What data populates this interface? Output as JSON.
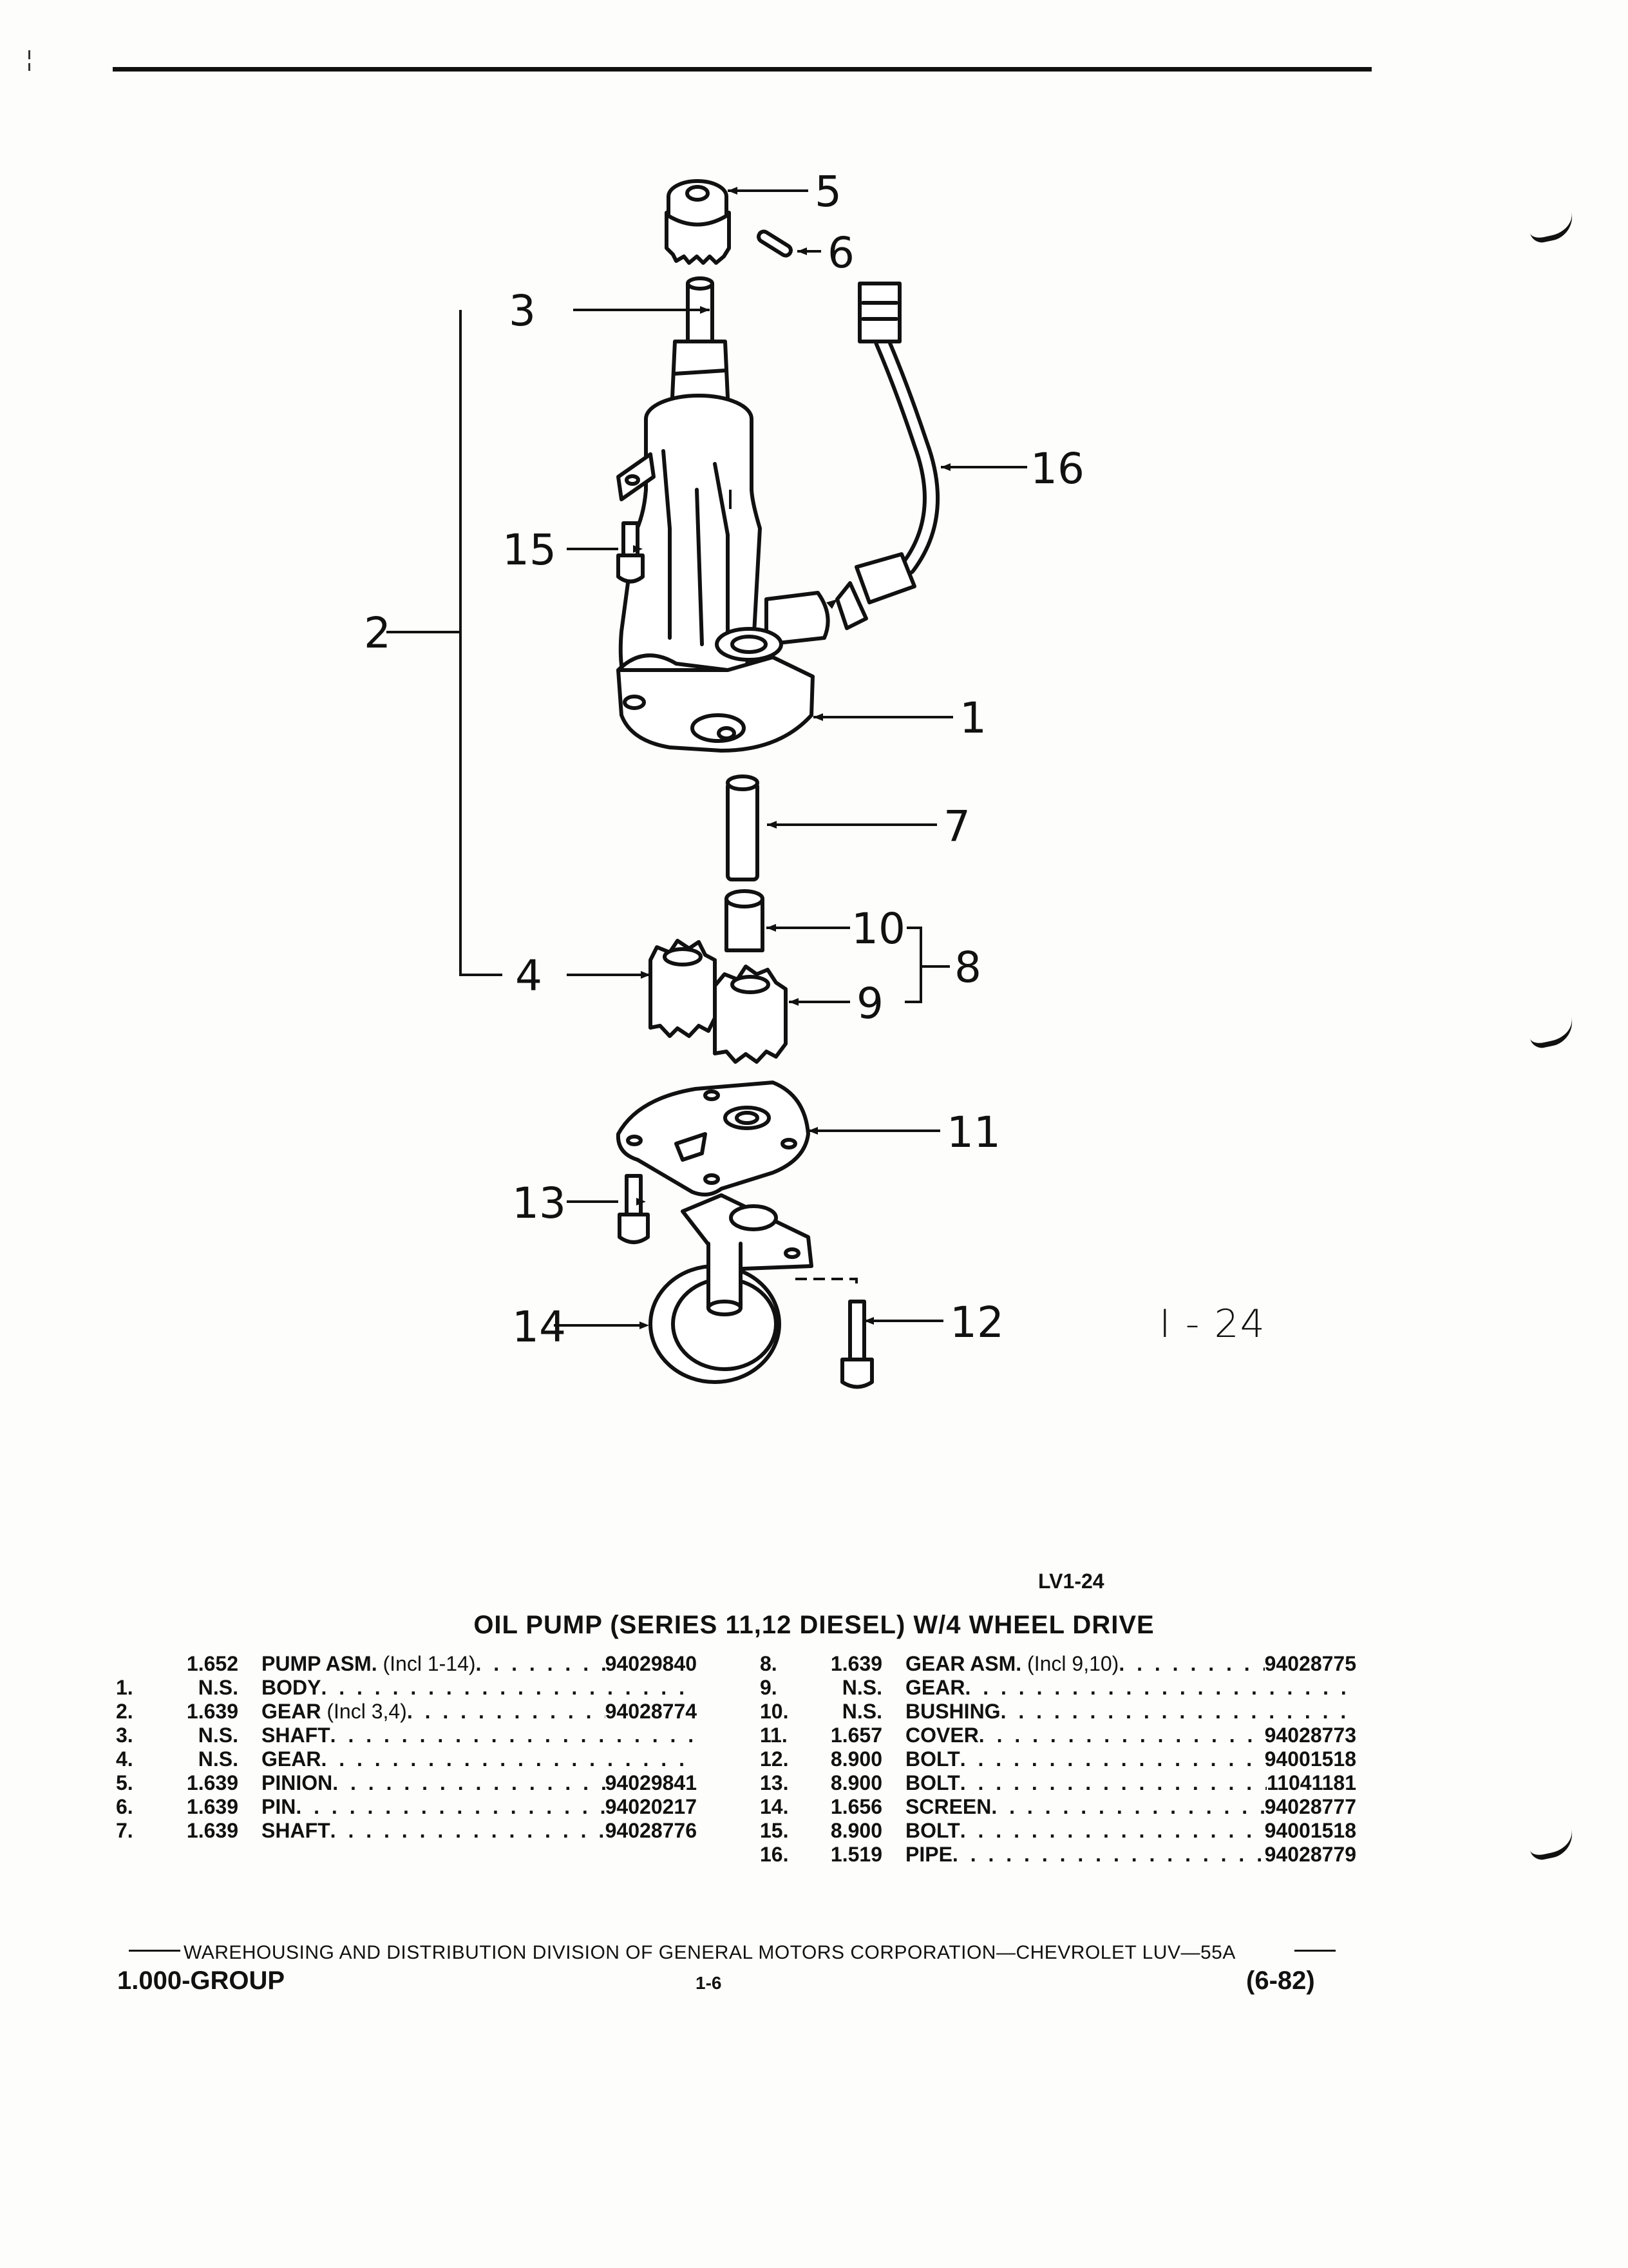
{
  "diagram": {
    "figure_label": "I - 24",
    "callouts": [
      "1",
      "2",
      "3",
      "4",
      "5",
      "6",
      "7",
      "8",
      "9",
      "10",
      "11",
      "12",
      "13",
      "14",
      "15",
      "16"
    ]
  },
  "catalog_code": "LV1-24",
  "title": "OIL PUMP (SERIES 11,12 DIESEL) W/4 WHEEL DRIVE",
  "parts_left": [
    {
      "no": "",
      "group": "1.652",
      "name": "PUMP ASM.",
      "note": "(Incl 1-14)",
      "part": "94029840"
    },
    {
      "no": "1.",
      "group": "N.S.",
      "name": "BODY",
      "note": "",
      "part": ""
    },
    {
      "no": "2.",
      "group": "1.639",
      "name": "GEAR",
      "note": "(Incl 3,4)",
      "part": "94028774"
    },
    {
      "no": "3.",
      "group": "N.S.",
      "name": "SHAFT",
      "note": "",
      "part": ""
    },
    {
      "no": "4.",
      "group": "N.S.",
      "name": "GEAR",
      "note": "",
      "part": ""
    },
    {
      "no": "5.",
      "group": "1.639",
      "name": "PINION",
      "note": "",
      "part": "94029841"
    },
    {
      "no": "6.",
      "group": "1.639",
      "name": "PIN",
      "note": "",
      "part": "94020217"
    },
    {
      "no": "7.",
      "group": "1.639",
      "name": "SHAFT",
      "note": "",
      "part": "94028776"
    }
  ],
  "parts_right": [
    {
      "no": "8.",
      "group": "1.639",
      "name": "GEAR ASM.",
      "note": "(Incl 9,10)",
      "part": "94028775"
    },
    {
      "no": "9.",
      "group": "N.S.",
      "name": "GEAR",
      "note": "",
      "part": ""
    },
    {
      "no": "10.",
      "group": "N.S.",
      "name": "BUSHING",
      "note": "",
      "part": ""
    },
    {
      "no": "11.",
      "group": "1.657",
      "name": "COVER",
      "note": "",
      "part": "94028773"
    },
    {
      "no": "12.",
      "group": "8.900",
      "name": "BOLT",
      "note": "",
      "part": "94001518"
    },
    {
      "no": "13.",
      "group": "8.900",
      "name": "BOLT",
      "note": "",
      "part": "11041181"
    },
    {
      "no": "14.",
      "group": "1.656",
      "name": "SCREEN",
      "note": "",
      "part": "94028777"
    },
    {
      "no": "15.",
      "group": "8.900",
      "name": "BOLT",
      "note": "",
      "part": "94001518"
    },
    {
      "no": "16.",
      "group": "1.519",
      "name": "PIPE",
      "note": "",
      "part": "94028779"
    }
  ],
  "footer": {
    "line": "WAREHOUSING AND DISTRIBUTION  DIVISION OF GENERAL MOTORS CORPORATION—CHEVROLET LUV—55A",
    "group": "1.000-GROUP",
    "page": "1-6",
    "date": "(6-82)"
  }
}
